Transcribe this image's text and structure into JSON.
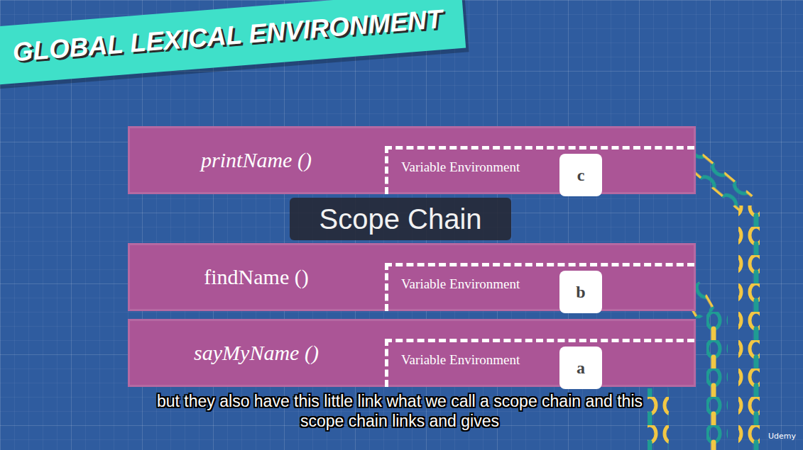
{
  "diagram": {
    "title": "GLOBAL LEXICAL ENVIRONMENT",
    "nodes": [
      {
        "text": [
          "printName ()"
        ]
      },
      {
        "text": [
          "Variable Environment"
        ],
        "in": 0
      },
      {
        "text": [
          "c"
        ],
        "in": 1
      },
      {
        "text": [
          "findName ()"
        ]
      },
      {
        "text": [
          "Variable Environment"
        ],
        "in": 3
      },
      {
        "text": [
          "b"
        ],
        "in": 4
      },
      {
        "text": [
          "sayMyName ()"
        ]
      },
      {
        "text": [
          "Variable Environment"
        ],
        "in": 6
      },
      {
        "text": [
          "a"
        ],
        "in": 7
      },
      {
        "text": [
          "Scope Chain"
        ]
      }
    ],
    "labels": [
      "but they also have this little link what we call a scope chain and this scope chain links and gives",
      "Udemy"
    ]
  }
}
